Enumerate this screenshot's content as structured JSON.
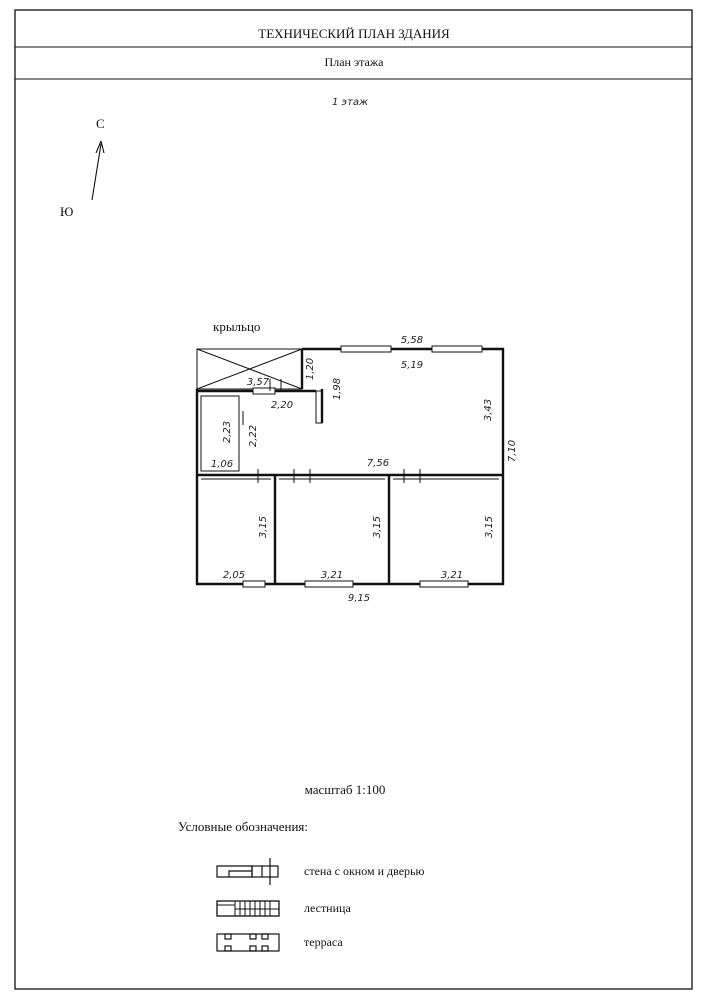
{
  "header": {
    "title": "ТЕХНИЧЕСКИЙ ПЛАН ЗДАНИЯ",
    "subtitle": "План этажа"
  },
  "floor_label": "1 этаж",
  "compass": {
    "north": "С",
    "south": "Ю"
  },
  "plan": {
    "porch_label": "крыльцо",
    "dimensions": {
      "top_outer": "5,58",
      "top_inner": "5,19",
      "porch_width": "3,57",
      "porch_depth": "1,20",
      "hall_partition": "1,98",
      "hall_width": "2,20",
      "small_room_height": "2,23",
      "hall_height": "2,22",
      "small_room_width": "1,06",
      "big_room_height": "3,43",
      "corridor_length": "7,56",
      "total_height": "7,10",
      "room1_height": "3,15",
      "room2_height": "3,15",
      "room3_height": "3,15",
      "room1_width": "2,05",
      "room2_width": "3,21",
      "room3_width": "3,21",
      "total_width": "9,15"
    }
  },
  "scale": "масштаб 1:100",
  "legend": {
    "title": "Условные обозначения:",
    "items": [
      {
        "label": "стена с окном и дверью",
        "icon": "wall-window-door-symbol"
      },
      {
        "label": "лестница",
        "icon": "stairs-symbol"
      },
      {
        "label": "терраса",
        "icon": "terrace-symbol"
      }
    ]
  }
}
